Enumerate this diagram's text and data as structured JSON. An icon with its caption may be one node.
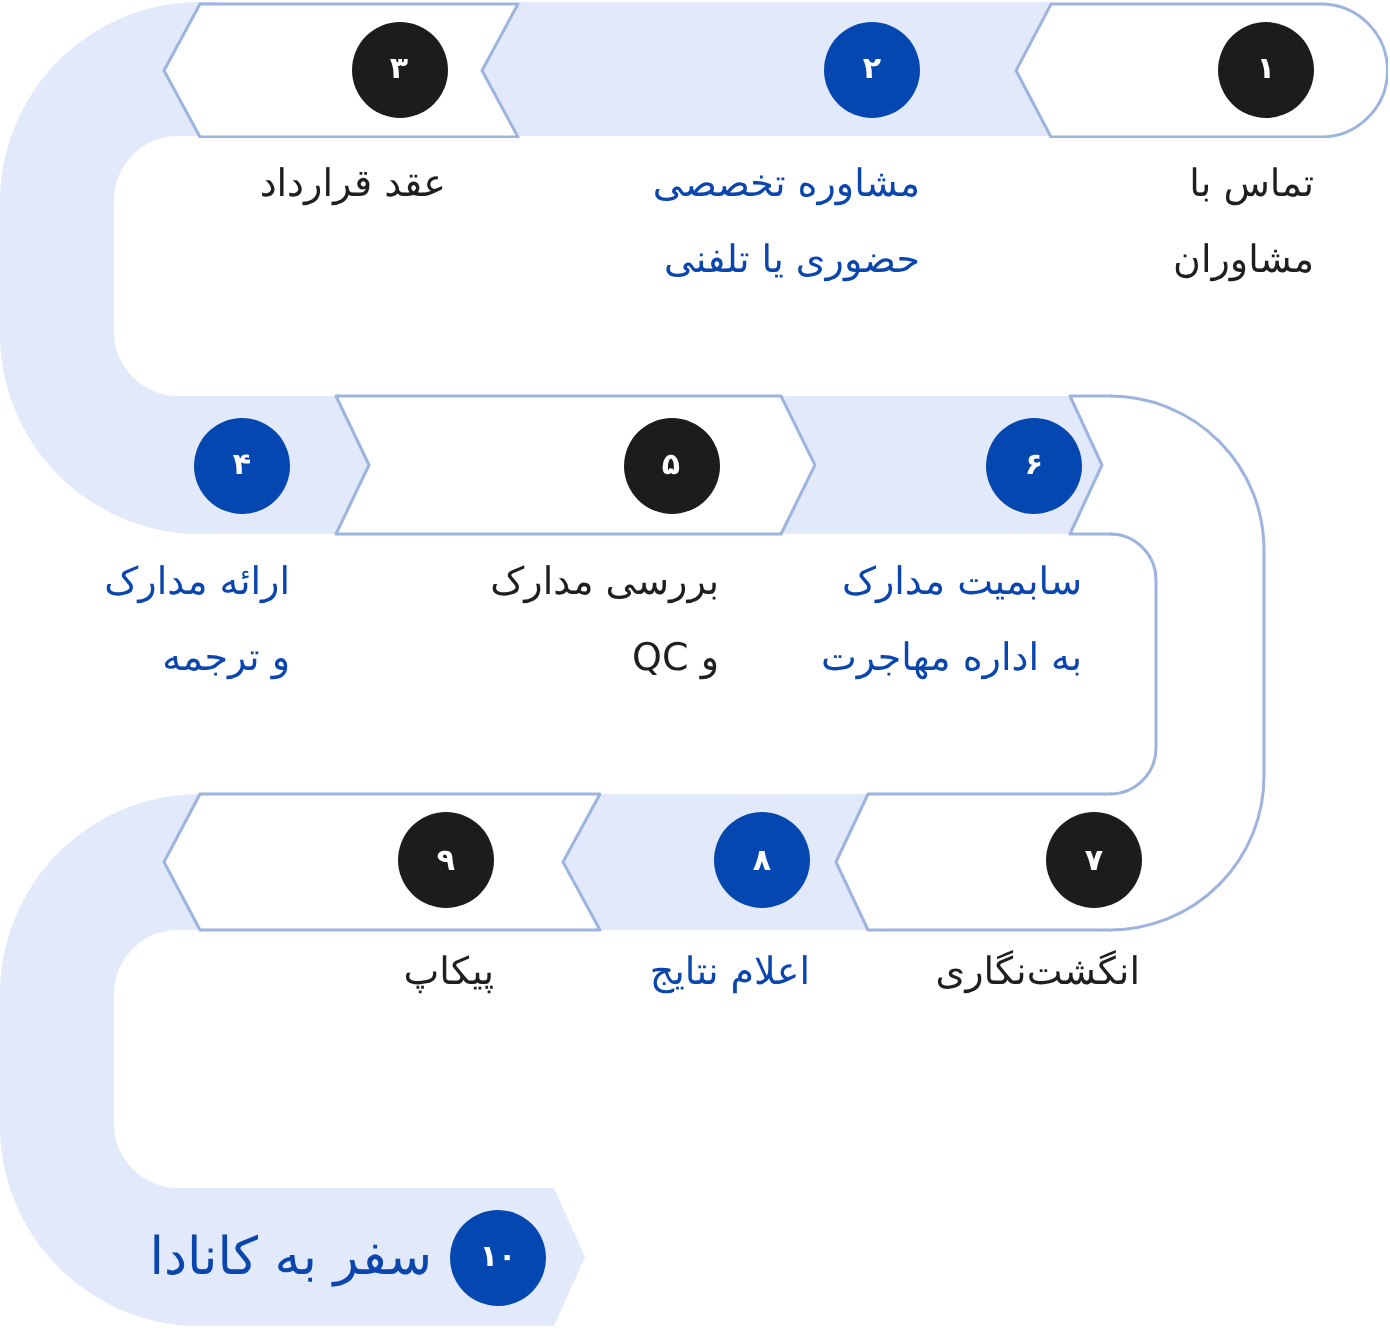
{
  "diagram": {
    "nodes": [
      {
        "text": [
          "۱",
          "تماس با مشاوران"
        ]
      },
      {
        "text": [
          "۲",
          "مشاوره تخصصی حضوری یا تلفنی"
        ]
      },
      {
        "text": [
          "۳",
          "عقد قرارداد"
        ]
      },
      {
        "text": [],
        "shape": "band"
      },
      {
        "text": [
          "۴",
          "ارائه مدارک و ترجمه"
        ]
      },
      {
        "text": [
          "۵",
          "بررسی مدارک و QC"
        ]
      },
      {
        "text": [
          "۶",
          "سابمیت مدارک به اداره مهاجرت"
        ]
      },
      {
        "text": [],
        "shape": "band"
      },
      {
        "text": [
          "۷",
          "انگشت‌نگاری"
        ]
      },
      {
        "text": [
          "۸",
          "اعلام نتایج"
        ]
      },
      {
        "text": [
          "۹",
          "پیکاپ"
        ]
      },
      {
        "text": [],
        "shape": "band"
      },
      {
        "text": [
          "۱۰",
          "سفر به کانادا"
        ]
      }
    ]
  }
}
